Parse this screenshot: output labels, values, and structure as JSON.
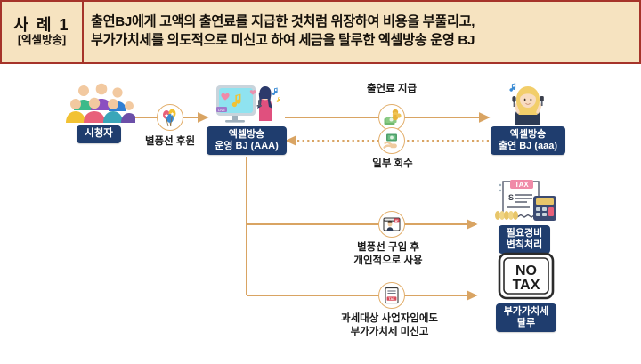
{
  "header": {
    "case_label": "사 례 1",
    "case_sub": "[엑셀방송]",
    "line1": "출연BJ에게 고액의 출연료를 지급한 것처럼 위장하여 비용을 부풀리고,",
    "line2": "부가가치세를 의도적으로 미신고 하여 세금을 탈루한 엑셀방송 운영 BJ",
    "frame_color": "#A6342A",
    "fill_color": "#F6E3C0"
  },
  "diagram": {
    "accent_line_color": "#D9A463",
    "node_label_color": "#1F3D6E",
    "nodes": {
      "viewers": {
        "label": "시청자",
        "icon": "crowd-of-people-icon"
      },
      "operator_bj": {
        "label_line1": "엑셀방송",
        "label_line2": "운영 BJ (AAA)",
        "icon": "live-streaming-monitor-icon"
      },
      "guest_bj": {
        "label_line1": "엑셀방송",
        "label_line2": "출연 BJ (aaa)",
        "icon": "female-streamer-microphone-icon"
      },
      "expense_manipulation": {
        "label_line1": "필요경비",
        "label_line2": "변칙처리",
        "icon": "tax-receipt-calculator-icon"
      },
      "vat_evasion": {
        "label_line1": "부가가치세",
        "label_line2": "탈루",
        "icon": "no-tax-sign-icon"
      }
    },
    "connectors": {
      "donation": {
        "caption": "별풍선 후원",
        "icon": "star-balloon-icon",
        "style": "solid"
      },
      "fee_payment": {
        "caption": "출연료 지급",
        "icon": "cash-stack-icon",
        "style": "solid"
      },
      "partial_recovery": {
        "caption": "일부 회수",
        "icon": "hand-with-money-icon",
        "style": "dotted"
      },
      "personal_use": {
        "caption_line1": "별풍선 구입 후",
        "caption_line2": "개인적으로 사용",
        "icon": "broadcast-person-window-icon",
        "style": "solid"
      },
      "vat_unreported": {
        "caption_line1": "과세대상 사업자임에도",
        "caption_line2": "부가가치세 미신고",
        "icon": "tax-document-icon",
        "style": "solid"
      }
    }
  }
}
